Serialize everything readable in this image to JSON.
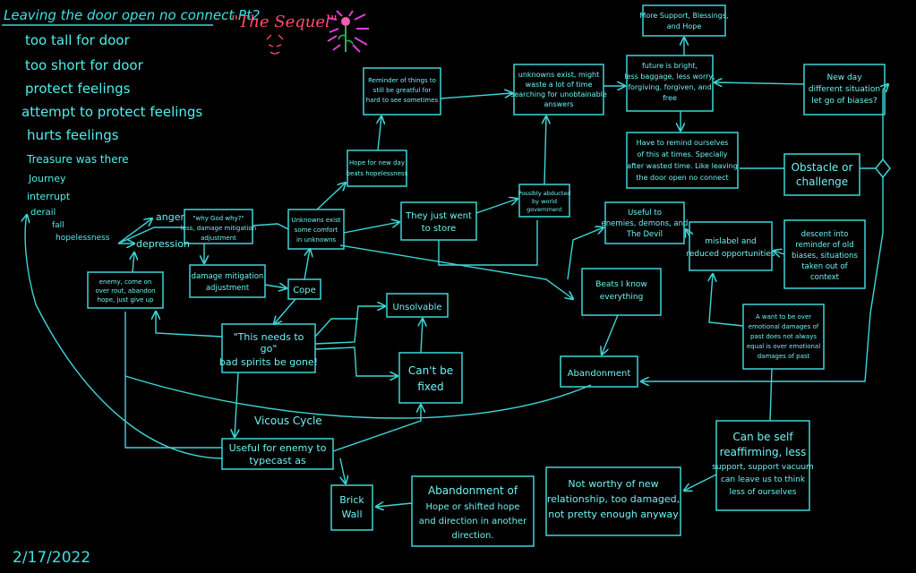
{
  "title": "Leaving the door open no connect Pt2",
  "subtitle": "\"The Sequel\"",
  "date": "2/17/2022",
  "list": [
    "too tall for door",
    "too short for door",
    "protect feelings",
    "attempt to protect feelings",
    "hurts feelings",
    "Treasure was there",
    "Journey",
    "interrupt",
    "derail",
    "fall",
    "hopelessness"
  ],
  "nodes": {
    "more_support": [
      "More Support, Blessings,",
      "and Hope"
    ],
    "future_bright": [
      "future is bright,",
      "less baggage, less worry,",
      "forgiving, forgiven, and",
      "free"
    ],
    "new_day": [
      "New day",
      "different situation",
      "let go of biases?"
    ],
    "reminder": [
      "Reminder of things to",
      "still be greatful for",
      "hard to see sometimes"
    ],
    "unknowns_exist": [
      "unknowns exist, might",
      "waste a lot of time",
      "searching for unobtainable",
      "answers"
    ],
    "remind_ourselves": [
      "Have to remind ourselves",
      "of this at times. Specially",
      "after wasted time. Like leaving",
      "the door open no connect"
    ],
    "obstacle": [
      "Obstacle or",
      "challenge"
    ],
    "hope_new_day": [
      "Hope for new day",
      "beats hopelessness"
    ],
    "why_god": [
      "\"why God why?\"",
      "less, damage mitigation",
      "adjustment"
    ],
    "unknowns_comfort": [
      "Unknowns exist",
      "some comfort",
      "in unknowns"
    ],
    "went_store": [
      "They just went",
      "to store"
    ],
    "possibly_abducted": [
      "Possibly abducted",
      "by world",
      "government"
    ],
    "useful_enemies": [
      "Useful to",
      "enemies, demons, and",
      "The Devil"
    ],
    "mislabel": [
      "mislabel and",
      "reduced opportunities"
    ],
    "descent": [
      "descent into",
      "reminder of old",
      "biases, situations",
      "taken out of",
      "context"
    ],
    "damage_mitigation": [
      "damage mitigation",
      "adjustment"
    ],
    "cope": [
      "Cope"
    ],
    "enemy_come": [
      "enemy, come on",
      "over rout, abandon",
      "hope, just give up"
    ],
    "anger": [
      "anger"
    ],
    "depression": [
      "depression"
    ],
    "unsolvable": [
      "Unsolvable"
    ],
    "beats_know": [
      "Beats I know",
      "everything"
    ],
    "want_over": [
      "A want to be over",
      "emotional damages of",
      "past does not always",
      "equal is over emotional",
      "damages of past"
    ],
    "this_needs": [
      "\"This needs to",
      "go\"",
      "bad spirits be gone!"
    ],
    "cant_fixed": [
      "Can't be",
      "fixed"
    ],
    "abandonment": [
      "Abandonment"
    ],
    "vicious_cycle": [
      "Vicous Cycle"
    ],
    "useful_typecast": [
      "Useful for enemy to",
      "typecast as"
    ],
    "self_reaffirming": [
      "Can be self",
      "reaffirming, less",
      "support, support vacuum",
      "can leave us to think",
      "less of ourselves"
    ],
    "not_worthy": [
      "Not worthy of new",
      "relationship, too damaged,",
      "not pretty enough anyway"
    ],
    "abandonment_hope": [
      "Abandonment of",
      "Hope or shifted hope",
      "and direction in another",
      "direction."
    ],
    "brick_wall": [
      "Brick",
      "Wall"
    ]
  },
  "colors": {
    "line": "#3fd6d6",
    "text": "#6ff2f2",
    "title": "#3fe0e0",
    "subtitle": "#ff4d6d",
    "flower_rays": "#e040d8",
    "flower_head": "#ff5ab0",
    "flower_stem": "#2fae4a",
    "background": "#000000"
  },
  "icons": [
    "flower-icon",
    "devil-face-icon"
  ]
}
